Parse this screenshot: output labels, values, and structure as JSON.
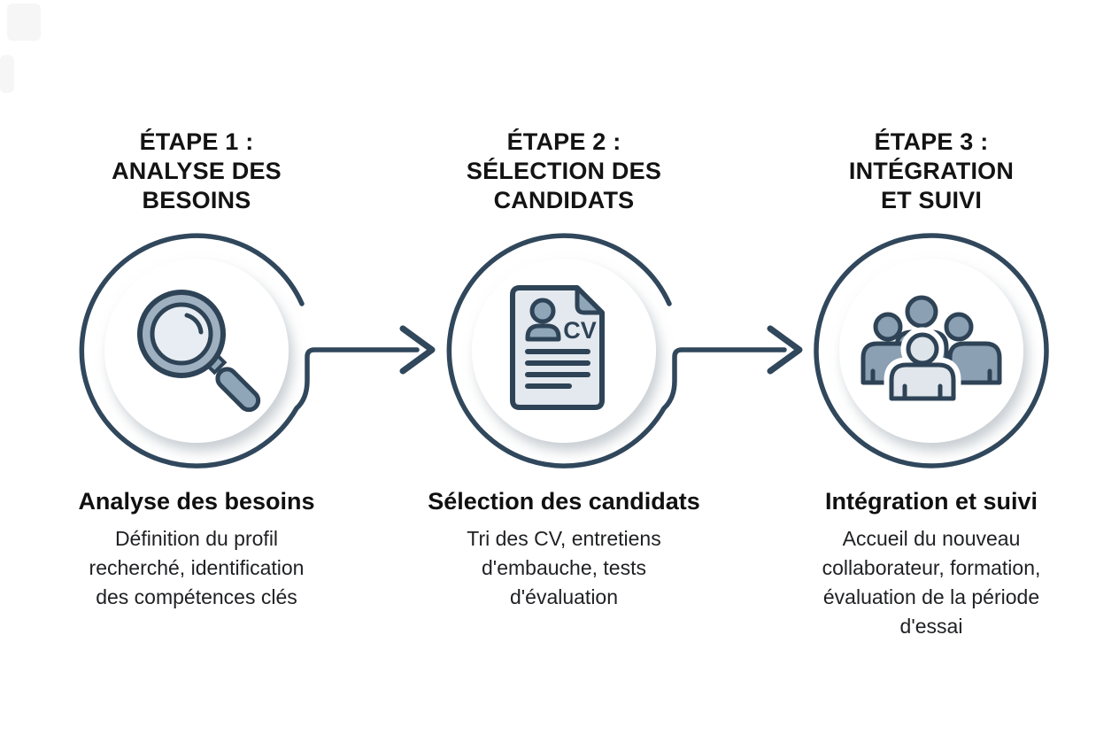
{
  "page": {
    "background": "#ffffff",
    "accent_navy": "#30475c",
    "icon_outline": "#2e4356",
    "slate_fill": "#8fa5b8",
    "light_fill": "#e7edf2"
  },
  "steps": [
    {
      "id": 1,
      "header": "ÉTAPE 1 :\nANALYSE DES\nBESOINS",
      "icon": "magnifier-icon",
      "title": "Analyse des besoins",
      "description": "Définition du profil\nrecherché, identification\ndes compétences clés"
    },
    {
      "id": 2,
      "header": "ÉTAPE 2 :\nSÉLECTION DES\nCANDIDATS",
      "icon": "cv-document-icon",
      "cv_label": "CV",
      "title": "Sélection des candidats",
      "description": "Tri des CV, entretiens\nd'embauche, tests\nd'évaluation"
    },
    {
      "id": 3,
      "header": "ÉTAPE 3 :\nINTÉGRATION\nET SUIVI",
      "icon": "team-icon",
      "title": "Intégration et suivi",
      "description": "Accueil du nouveau\ncollaborateur, formation,\névaluation de la période\nd'essai"
    }
  ],
  "connectors": [
    {
      "from": "step-1",
      "to": "step-2",
      "style": "arrow-right"
    },
    {
      "from": "step-2",
      "to": "step-3",
      "style": "arrow-right"
    }
  ]
}
